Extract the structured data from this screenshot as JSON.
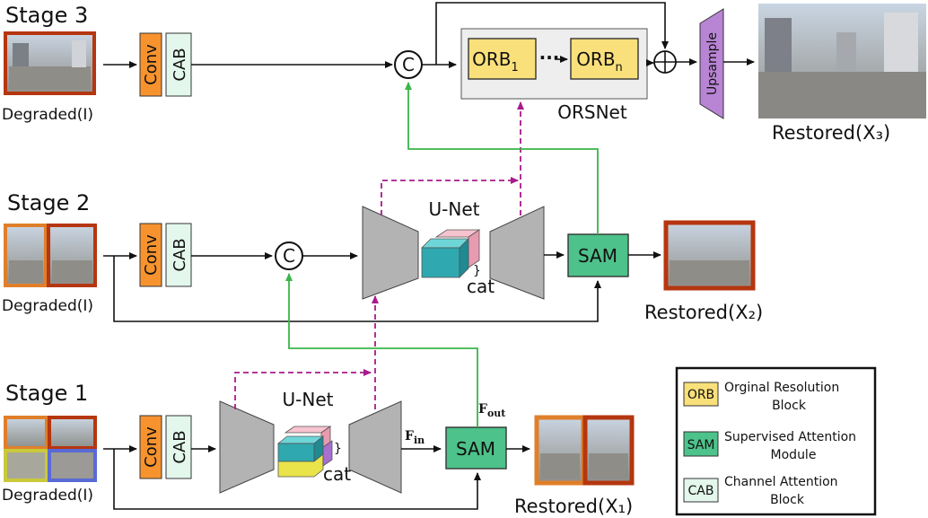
{
  "stages": [
    {
      "title": "Stage 3",
      "input_label": "Degraded(I)",
      "output_label": "Restored(X₃)"
    },
    {
      "title": "Stage 2",
      "input_label": "Degraded(I)",
      "output_label": "Restored(X₂)"
    },
    {
      "title": "Stage 1",
      "input_label": "Degraded(I)",
      "output_label": "Restored(X₁)"
    }
  ],
  "blocks": {
    "conv": "Conv",
    "cab": "CAB",
    "concat": "C",
    "unet": "U-Net",
    "cat": "cat",
    "sam": "SAM",
    "orb1_main": "ORB",
    "orb1_sub": "1",
    "orbn_main": "ORB",
    "orbn_sub": "n",
    "orb_dots": "···",
    "orsnet": "ORSNet",
    "upsample": "Upsample",
    "plus": "+"
  },
  "features": {
    "f_in": "F",
    "f_in_sub": "in",
    "f_out": "F",
    "f_out_sub": "out"
  },
  "legend": [
    {
      "abbr": "ORB",
      "line1": "Orginal Resolution",
      "line2": "Block",
      "color": "#f9e07a"
    },
    {
      "abbr": "SAM",
      "line1": "Supervised Attention",
      "line2": "Module",
      "color": "#4dc28a"
    },
    {
      "abbr": "CAB",
      "line1": "Channel Attention",
      "line2": "Block",
      "color": "#e3f7ec"
    }
  ],
  "colors": {
    "conv": "#f7932f",
    "cab": "#e3f7ec",
    "sam": "#4dc28a",
    "orb": "#f9e07a",
    "upsample": "#b884d4",
    "unet": "#b3b3b3",
    "green_arrow": "#3ab54a",
    "dashed_arrow": "#aa1a8c",
    "frame_red": "#b5360f",
    "frame_orange": "#e07f2a",
    "frame_yellow": "#c9c93a",
    "frame_blue": "#5a6ad4",
    "orsnet_bg": "#eeeeee"
  }
}
